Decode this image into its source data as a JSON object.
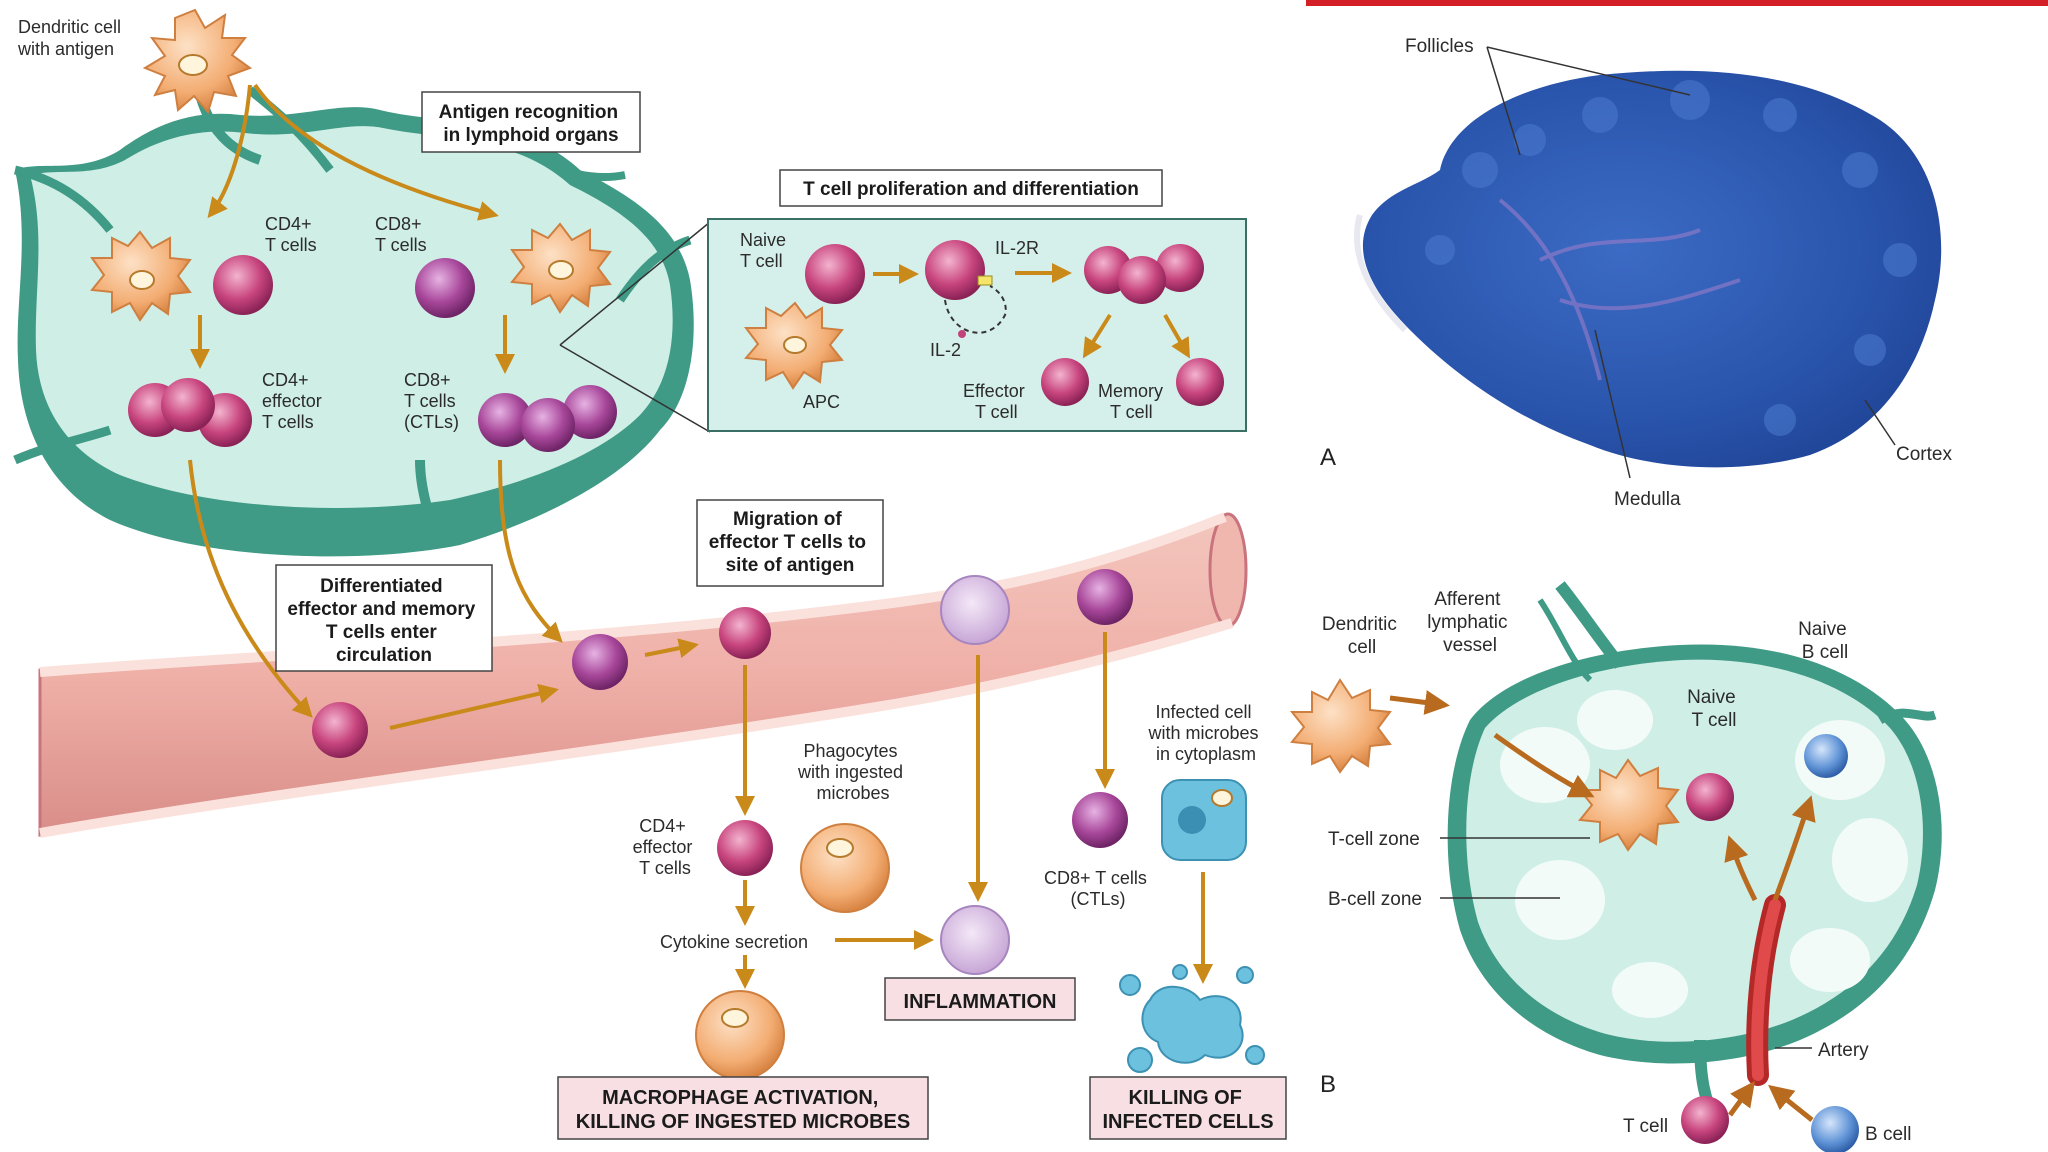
{
  "left_figure": {
    "dendritic_cell_label": [
      "Dendritic cell",
      "with antigen"
    ],
    "antigen_recognition_box": [
      "Antigen recognition",
      "in lymphoid organs"
    ],
    "cd4_t_cells": [
      "CD4+",
      "T cells"
    ],
    "cd8_t_cells": [
      "CD8+",
      "T cells"
    ],
    "cd4_effector": [
      "CD4+",
      "effector",
      "T cells"
    ],
    "cd8_ctls": [
      "CD8+",
      "T cells",
      "(CTLs)"
    ],
    "proliferation_box": "T cell proliferation and differentiation",
    "inset": {
      "naive_t_cell": [
        "Naive",
        "T cell"
      ],
      "il2r": "IL-2R",
      "il2": "IL-2",
      "apc": "APC",
      "effector_t_cell": [
        "Effector",
        "T cell"
      ],
      "memory_t_cell": [
        "Memory",
        "T cell"
      ]
    },
    "migration_box": [
      "Migration of",
      "effector T cells to",
      "site of antigen"
    ],
    "circulation_box": [
      "Differentiated",
      "effector and memory",
      "T cells enter",
      "circulation"
    ],
    "infected_cell": [
      "Infected cell",
      "with microbes",
      "in cytoplasm"
    ],
    "phagocytes": [
      "Phagocytes",
      "with ingested",
      "microbes"
    ],
    "cd4_effector_tissue": [
      "CD4+",
      "effector",
      "T cells"
    ],
    "cd8_ctls_tissue": [
      "CD8+ T cells",
      "(CTLs)"
    ],
    "cytokine_secretion": "Cytokine secretion",
    "inflammation": "INFLAMMATION",
    "macrophage_activation": [
      "MACROPHAGE ACTIVATION,",
      "KILLING OF INGESTED MICROBES"
    ],
    "killing_infected": [
      "KILLING OF",
      "INFECTED CELLS"
    ]
  },
  "right_top": {
    "follicles": "Follicles",
    "medulla": "Medulla",
    "cortex": "Cortex",
    "panel_letter": "A"
  },
  "right_bottom": {
    "dendritic_cell": [
      "Dendritic",
      "cell"
    ],
    "afferent": [
      "Afferent",
      "lymphatic",
      "vessel"
    ],
    "naive_b_cell": [
      "Naive",
      "B cell"
    ],
    "naive_t_cell": [
      "Naive",
      "T cell"
    ],
    "t_cell_zone": "T-cell zone",
    "b_cell_zone": "B-cell zone",
    "artery": "Artery",
    "t_cell": "T cell",
    "b_cell": "B cell",
    "panel_letter": "B"
  },
  "colors": {
    "node_fill": "#cfeee6",
    "node_dark": "#3f9a86",
    "vessel": "#f2b9b1",
    "t_cell": "#c2447a",
    "dendritic": "#f5b27a",
    "b_cell": "#5b8fd0",
    "arrow": "#c98a1a",
    "box_pink": "#f7dfe3",
    "red_bar": "#d32027"
  }
}
